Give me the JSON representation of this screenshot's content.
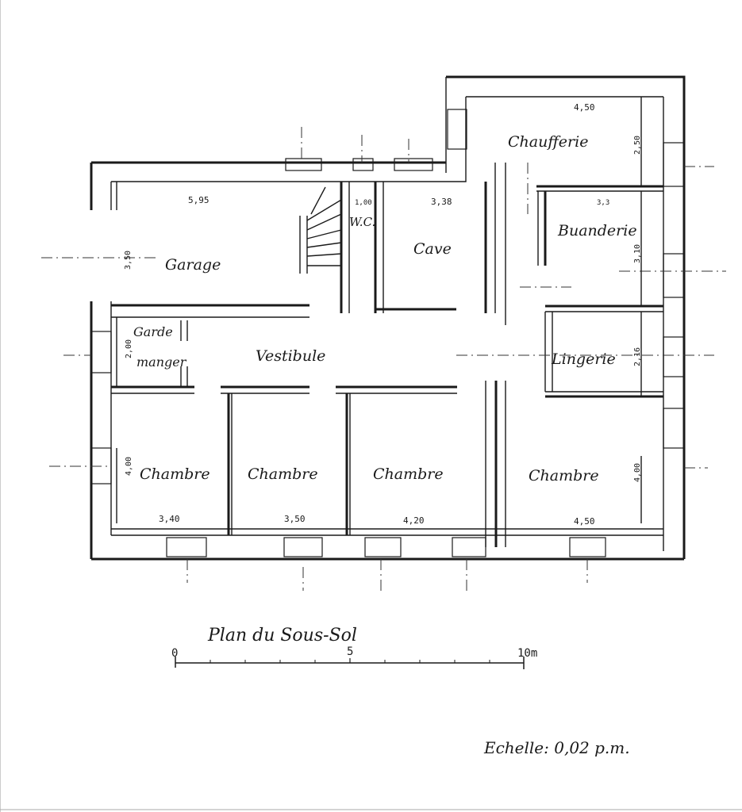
{
  "plan": {
    "rooms": {
      "chaufferie": "Chaufferie",
      "buanderie": "Buanderie",
      "garage": "Garage",
      "wc": "W.C.",
      "cave": "Cave",
      "garde_manger_1": "Garde",
      "garde_manger_2": "manger",
      "vestibule": "Vestibule",
      "lingerie": "Lingerie",
      "chambre_1": "Chambre",
      "chambre_2": "Chambre",
      "chambre_3": "Chambre",
      "chambre_4": "Chambre"
    },
    "dimensions": {
      "chaufferie_width": "4,50",
      "chaufferie_depth": "2,50",
      "garage_width": "5,95",
      "garage_depth": "3,50",
      "wc_width": "1,00",
      "cave_width": "3,38",
      "buanderie_width": "3,3",
      "buanderie_depth": "3,10",
      "garde_manger_depth": "2,00",
      "lingerie_depth": "2,16",
      "chambre_1_depth": "4,00",
      "chambre_4_depth": "4,00",
      "chambre_1_width": "3,40",
      "chambre_2_width": "3,50",
      "chambre_3_width": "4,20",
      "chambre_4_width": "4,50"
    }
  },
  "title": "Plan du Sous-Sol",
  "scale_bar": {
    "start": "0",
    "middle": "5",
    "end": "10m"
  },
  "echelle": "Echelle: 0,02 p.m."
}
